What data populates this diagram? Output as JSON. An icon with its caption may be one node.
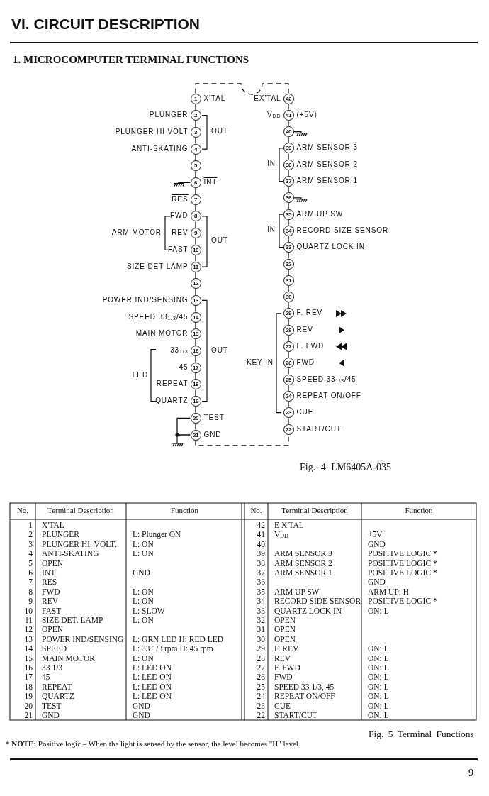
{
  "diagram": {
    "title": "VI. CIRCUIT DESCRIPTION",
    "caption": "Fig. 4 LM6405A-035",
    "nodes": [
      {
        "text": [
          "1"
        ],
        "beside": [
          "X'TAL"
        ]
      },
      {
        "text": [
          "2"
        ],
        "beside": [
          "PLUNGER"
        ]
      },
      {
        "text": [
          "3"
        ],
        "beside": [
          "PLUNGER HI VOLT"
        ]
      },
      {
        "text": [
          "4"
        ],
        "beside": [
          "ANTI-SKATING"
        ]
      },
      {
        "text": [
          "5"
        ]
      },
      {
        "text": [
          "6"
        ],
        "beside": [
          "INT"
        ]
      },
      {
        "text": [
          "7"
        ],
        "beside": [
          "RES"
        ]
      },
      {
        "text": [
          "8"
        ],
        "beside": [
          "FWD"
        ]
      },
      {
        "text": [
          "9"
        ],
        "beside": [
          "REV"
        ]
      },
      {
        "text": [
          "10"
        ],
        "beside": [
          "FAST"
        ]
      },
      {
        "text": [
          "11"
        ],
        "beside": [
          "SIZE DET LAMP"
        ]
      },
      {
        "text": [
          "12"
        ]
      },
      {
        "text": [
          "13"
        ],
        "beside": [
          "POWER IND/SENSING"
        ]
      },
      {
        "text": [
          "14"
        ],
        "beside": [
          "SPEED 33$_{1/3}$/45"
        ]
      },
      {
        "text": [
          "15"
        ],
        "beside": [
          "MAIN MOTOR"
        ]
      },
      {
        "text": [
          "16"
        ],
        "beside": [
          "33$_{1/3}$"
        ]
      },
      {
        "text": [
          "17"
        ],
        "beside": [
          "45"
        ]
      },
      {
        "text": [
          "18"
        ],
        "beside": [
          "REPEAT"
        ]
      },
      {
        "text": [
          "19"
        ],
        "beside": [
          "QUARTZ"
        ]
      },
      {
        "text": [
          "20"
        ],
        "beside": [
          "TEST"
        ]
      },
      {
        "text": [
          "21"
        ],
        "beside": [
          "GND"
        ]
      },
      {
        "text": [
          "22"
        ],
        "beside": [
          "START/CUT"
        ]
      },
      {
        "text": [
          "23"
        ],
        "beside": [
          "CUE"
        ]
      },
      {
        "text": [
          "24"
        ],
        "beside": [
          "REPEAT ON/OFF"
        ]
      },
      {
        "text": [
          "25"
        ],
        "beside": [
          "SPEED 33$_{1/3}$/45"
        ]
      },
      {
        "text": [
          "26"
        ],
        "beside": [
          "FWD"
        ]
      },
      {
        "text": [
          "27"
        ],
        "beside": [
          "F. FWD"
        ]
      },
      {
        "text": [
          "28"
        ],
        "beside": [
          "REV"
        ]
      },
      {
        "text": [
          "29"
        ],
        "beside": [
          "F. REV"
        ]
      },
      {
        "text": [
          "30"
        ]
      },
      {
        "text": [
          "31"
        ]
      },
      {
        "text": [
          "32"
        ]
      },
      {
        "text": [
          "33"
        ],
        "beside": [
          "QUARTZ LOCK IN"
        ]
      },
      {
        "text": [
          "34"
        ],
        "beside": [
          "RECORD SIZE SENSOR"
        ]
      },
      {
        "text": [
          "35"
        ],
        "beside": [
          "ARM UP SW"
        ]
      },
      {
        "text": [
          "36"
        ]
      },
      {
        "text": [
          "37"
        ],
        "beside": [
          "ARM SENSOR 1"
        ]
      },
      {
        "text": [
          "38"
        ],
        "beside": [
          "ARM SENSOR 2"
        ]
      },
      {
        "text": [
          "39"
        ],
        "beside": [
          "ARM SENSOR 3"
        ]
      },
      {
        "text": [
          "40"
        ]
      },
      {
        "text": [
          "41"
        ],
        "beside": [
          "V$_{DD}$",
          "(+5V)"
        ]
      },
      {
        "text": [
          "42"
        ],
        "beside": [
          "EX'TAL"
        ]
      }
    ],
    "edges": [
      {
        "from": 0,
        "to": 1,
        "arrow": "none"
      },
      {
        "from": 1,
        "to": 2,
        "arrow": "none"
      },
      {
        "from": 2,
        "to": 3,
        "arrow": "none"
      },
      {
        "from": 3,
        "to": 4,
        "arrow": "none"
      },
      {
        "from": 4,
        "to": 5,
        "arrow": "none"
      },
      {
        "from": 5,
        "to": 6,
        "arrow": "none"
      },
      {
        "from": 6,
        "to": 7,
        "arrow": "none"
      },
      {
        "from": 7,
        "to": 8,
        "arrow": "none"
      },
      {
        "from": 8,
        "to": 9,
        "arrow": "none"
      },
      {
        "from": 9,
        "to": 10,
        "arrow": "none"
      },
      {
        "from": 10,
        "to": 11,
        "arrow": "none"
      },
      {
        "from": 11,
        "to": 12,
        "arrow": "none"
      },
      {
        "from": 12,
        "to": 13,
        "arrow": "none"
      },
      {
        "from": 13,
        "to": 14,
        "arrow": "none"
      },
      {
        "from": 14,
        "to": 15,
        "arrow": "none"
      },
      {
        "from": 15,
        "to": 16,
        "arrow": "none"
      },
      {
        "from": 16,
        "to": 17,
        "arrow": "none"
      },
      {
        "from": 17,
        "to": 18,
        "arrow": "none"
      },
      {
        "from": 18,
        "to": 19,
        "arrow": "none"
      },
      {
        "from": 19,
        "to": 20,
        "arrow": "none"
      },
      {
        "from": 19,
        "to": 20,
        "arrow": "none"
      },
      {
        "from": 41,
        "to": 40,
        "arrow": "none"
      },
      {
        "from": 40,
        "to": 39,
        "arrow": "none"
      },
      {
        "from": 39,
        "to": 38,
        "arrow": "none"
      },
      {
        "from": 38,
        "to": 37,
        "arrow": "none"
      },
      {
        "from": 37,
        "to": 36,
        "arrow": "none"
      },
      {
        "from": 36,
        "to": 35,
        "arrow": "none"
      },
      {
        "from": 35,
        "to": 34,
        "arrow": "none"
      },
      {
        "from": 34,
        "to": 33,
        "arrow": "none"
      },
      {
        "from": 33,
        "to": 32,
        "arrow": "none"
      },
      {
        "from": 32,
        "to": 31,
        "arrow": "none"
      },
      {
        "from": 31,
        "to": 30,
        "arrow": "none"
      },
      {
        "from": 30,
        "to": 29,
        "arrow": "none"
      },
      {
        "from": 29,
        "to": 28,
        "arrow": "none"
      },
      {
        "from": 28,
        "to": 27,
        "arrow": "none"
      },
      {
        "from": 27,
        "to": 26,
        "arrow": "none"
      },
      {
        "from": 26,
        "to": 25,
        "arrow": "none"
      },
      {
        "from": 25,
        "to": 24,
        "arrow": "none"
      },
      {
        "from": 24,
        "to": 23,
        "arrow": "none"
      },
      {
        "from": 23,
        "to": 22,
        "arrow": "none"
      },
      {
        "from": 22,
        "to": 21,
        "arrow": "none"
      },
      {
        "from": 0,
        "to": 41,
        "arrow": "none",
        "style": "dashed"
      },
      {
        "from": 20,
        "to": 21,
        "arrow": "none",
        "style": "dashed"
      }
    ],
    "labels": [
      "1. MICROCOMPUTER TERMINAL FUNCTIONS",
      "OUT",
      "ARM MOTOR",
      "OUT",
      "OUT",
      "LED",
      "IN",
      "IN",
      "KEY IN",
      "No.",
      "Terminal Description",
      "Function",
      "No.",
      "Terminal Description",
      "Function",
      "1",
      "X'TAL",
      "42",
      "E X'TAL",
      "2",
      "PLUNGER",
      "L: Plunger ON",
      "41",
      "V$_{DD}$",
      "+5V",
      "3",
      "PLUNGER HI. VOLT.",
      "L: ON",
      "40",
      "GND",
      "4",
      "ANTI-SKATING",
      "L: ON",
      "39",
      "ARM SENSOR 3",
      "POSITIVE LOGIC *",
      "5",
      "OPEN",
      "38",
      "ARM SENSOR 2",
      "POSITIVE LOGIC *",
      "6",
      "INT",
      "GND",
      "37",
      "ARM SENSOR 1",
      "POSITIVE LOGIC *",
      "7",
      "RES",
      "36",
      "GND",
      "8",
      "FWD",
      "L: ON",
      "35",
      "ARM UP SW",
      "ARM UP: H",
      "9",
      "REV",
      "L: ON",
      "34",
      "RECORD SIDE SENSOR",
      "POSITIVE LOGIC *",
      "10",
      "FAST",
      "L: SLOW",
      "33",
      "QUARTZ LOCK IN",
      "ON: L",
      "11",
      "SIZE DET. LAMP",
      "L: ON",
      "32",
      "OPEN",
      "12",
      "OPEN",
      "31",
      "OPEN",
      "13",
      "POWER IND/SENSING",
      "L: GRN LED H: RED LED",
      "30",
      "OPEN",
      "14",
      "SPEED",
      "L: 33 1/3 rpm H: 45 rpm",
      "29",
      "F. REV",
      "ON: L",
      "15",
      "MAIN MOTOR",
      "L: ON",
      "28",
      "REV",
      "ON: L",
      "16",
      "33 1/3",
      "L: LED ON",
      "27",
      "F. FWD",
      "ON: L",
      "17",
      "45",
      "L: LED ON",
      "26",
      "FWD",
      "ON: L",
      "18",
      "REPEAT",
      "L: LED ON",
      "25",
      "SPEED 33 1/3, 45",
      "ON: L",
      "19",
      "QUARTZ",
      "L: LED ON",
      "24",
      "REPEAT ON/OFF",
      "ON: L",
      "20",
      "TEST",
      "GND",
      "23",
      "CUE",
      "ON: L",
      "21",
      "GND",
      "GND",
      "22",
      "START/CUT",
      "ON: L",
      "Fig. 5 Terminal Functions",
      "* **NOTE:** Positive logic – When the light is sensed by the sensor, the level becomes \"H\" level.",
      "9"
    ]
  }
}
